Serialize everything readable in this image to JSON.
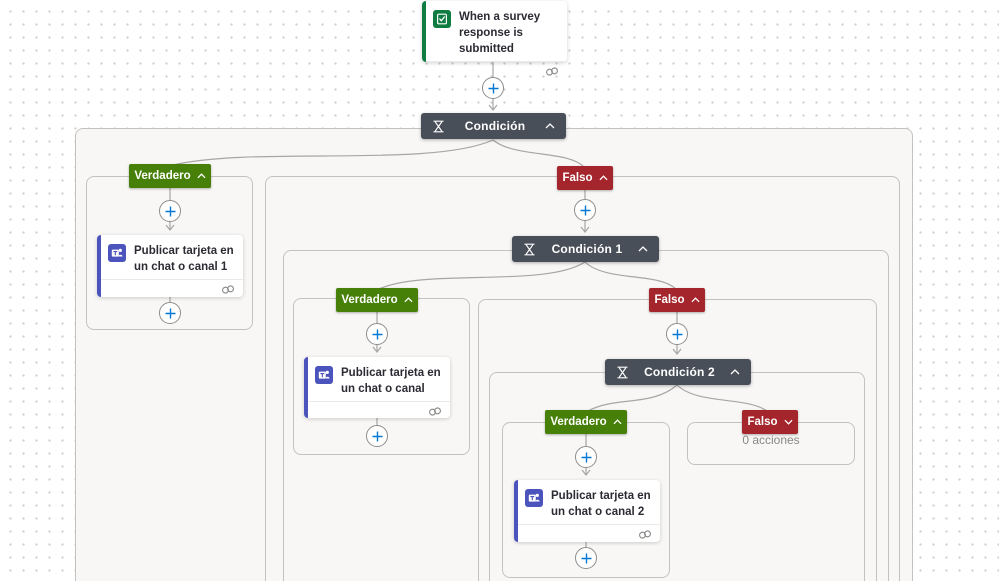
{
  "flow": {
    "trigger": {
      "title": "When a survey response is submitted"
    },
    "condition0": {
      "label": "Condición"
    },
    "condition1": {
      "label": "Condición 1"
    },
    "condition2": {
      "label": "Condición 2"
    },
    "branch_true_label": "Verdadero",
    "branch_false_label": "Falso",
    "action1": {
      "title": "Publicar tarjeta en un chat o canal 1"
    },
    "action2": {
      "title": "Publicar tarjeta en un chat o canal"
    },
    "action3": {
      "title": "Publicar tarjeta en un chat o canal 2"
    },
    "empty_branch_text": "0 acciones"
  },
  "colors": {
    "condition_header": "#484f58",
    "true_badge": "#478008",
    "false_badge": "#a4262c",
    "teams_icon": "#4b53bc",
    "forms_icon": "#107c41",
    "plus_icon": "#0078d4",
    "connector_line": "#a8a6a4",
    "scope_fill": "#f8f7f5"
  }
}
